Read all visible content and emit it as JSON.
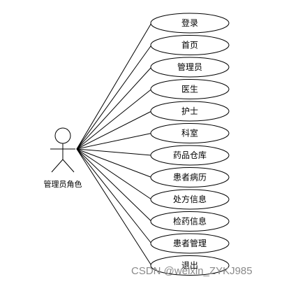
{
  "actor": {
    "label": "管理员角色"
  },
  "use_cases": [
    "登录",
    "首页",
    "管理员",
    "医生",
    "护士",
    "科室",
    "药品仓库",
    "患者病历",
    "处方信息",
    "检药信息",
    "患者管理",
    "退出"
  ],
  "watermark": "CSDN @weixin_ZYKJ985",
  "colors": {
    "stroke": "#000000",
    "ellipse_fill": "#ffffff",
    "watermark": "#8a8a8a"
  }
}
